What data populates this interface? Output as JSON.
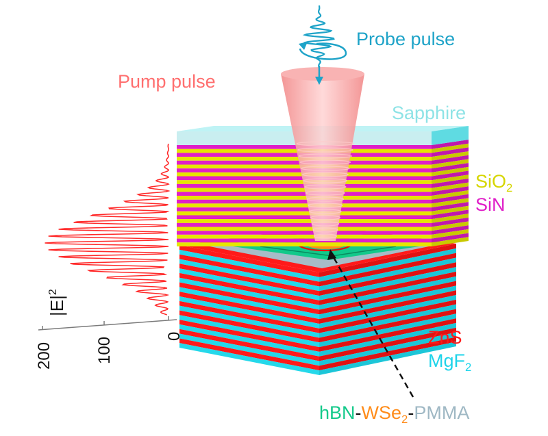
{
  "labels": {
    "probe_pulse": "Probe pulse",
    "pump_pulse": "Pump pulse",
    "sapphire": "Sapphire",
    "sio2_main": "SiO",
    "sio2_sub": "2",
    "sin": "SiN",
    "zns": "ZnS",
    "mgf2_main": "MgF",
    "mgf2_sub": "2",
    "hbn": "hBN",
    "dash1": "-",
    "wse2_main": "WSe",
    "wse2_sub": "2",
    "dash2": "-",
    "pmma": "PMMA"
  },
  "axis": {
    "title_main": "|E|",
    "title_sup": "2",
    "ticks": [
      "200",
      "100",
      "0"
    ]
  },
  "colors": {
    "probe": "#1ea3c8",
    "pump": "#ff6f6f",
    "sapphire": "#8ee3e6",
    "sio2": "#e6e600",
    "sin": "#e01fc8",
    "zns": "#ff1a1a",
    "mgf2": "#25d8ea",
    "hbn": "#13c98a",
    "wse2": "#ff8c1a",
    "pmma": "#9fb8c4",
    "axis": "#808080",
    "field_curve": "#ff2a2a"
  }
}
